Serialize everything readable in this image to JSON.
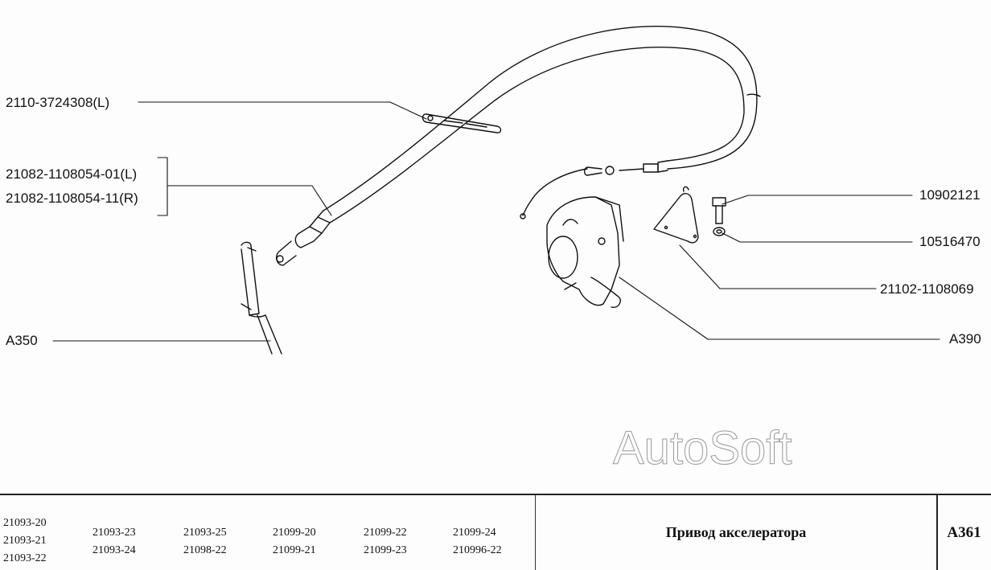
{
  "diagram": {
    "callouts_left": [
      {
        "id": "cable-clip",
        "text": "2110-3724308(L)"
      },
      {
        "id": "cable-left",
        "text": "21082-1108054-01(L)"
      },
      {
        "id": "cable-right",
        "text": "21082-1108054-11(R)"
      },
      {
        "id": "pedal",
        "text": "A350"
      }
    ],
    "callouts_right": [
      {
        "id": "bolt",
        "text": "10902121"
      },
      {
        "id": "washer",
        "text": "10516470"
      },
      {
        "id": "bracket",
        "text": "21102-1108069"
      },
      {
        "id": "throttle-body",
        "text": "A390"
      }
    ],
    "watermark": "AutoSoft"
  },
  "footer": {
    "models": [
      [
        "21093-20",
        "21093-21",
        "21093-22"
      ],
      [
        "21093-23",
        "21093-24"
      ],
      [
        "21093-25",
        "21098-22"
      ],
      [
        "21099-20",
        "21099-21"
      ],
      [
        "21099-22",
        "21099-23"
      ],
      [
        "21099-24",
        "210996-22"
      ]
    ],
    "title": "Привод акселератора",
    "code": "A361"
  }
}
